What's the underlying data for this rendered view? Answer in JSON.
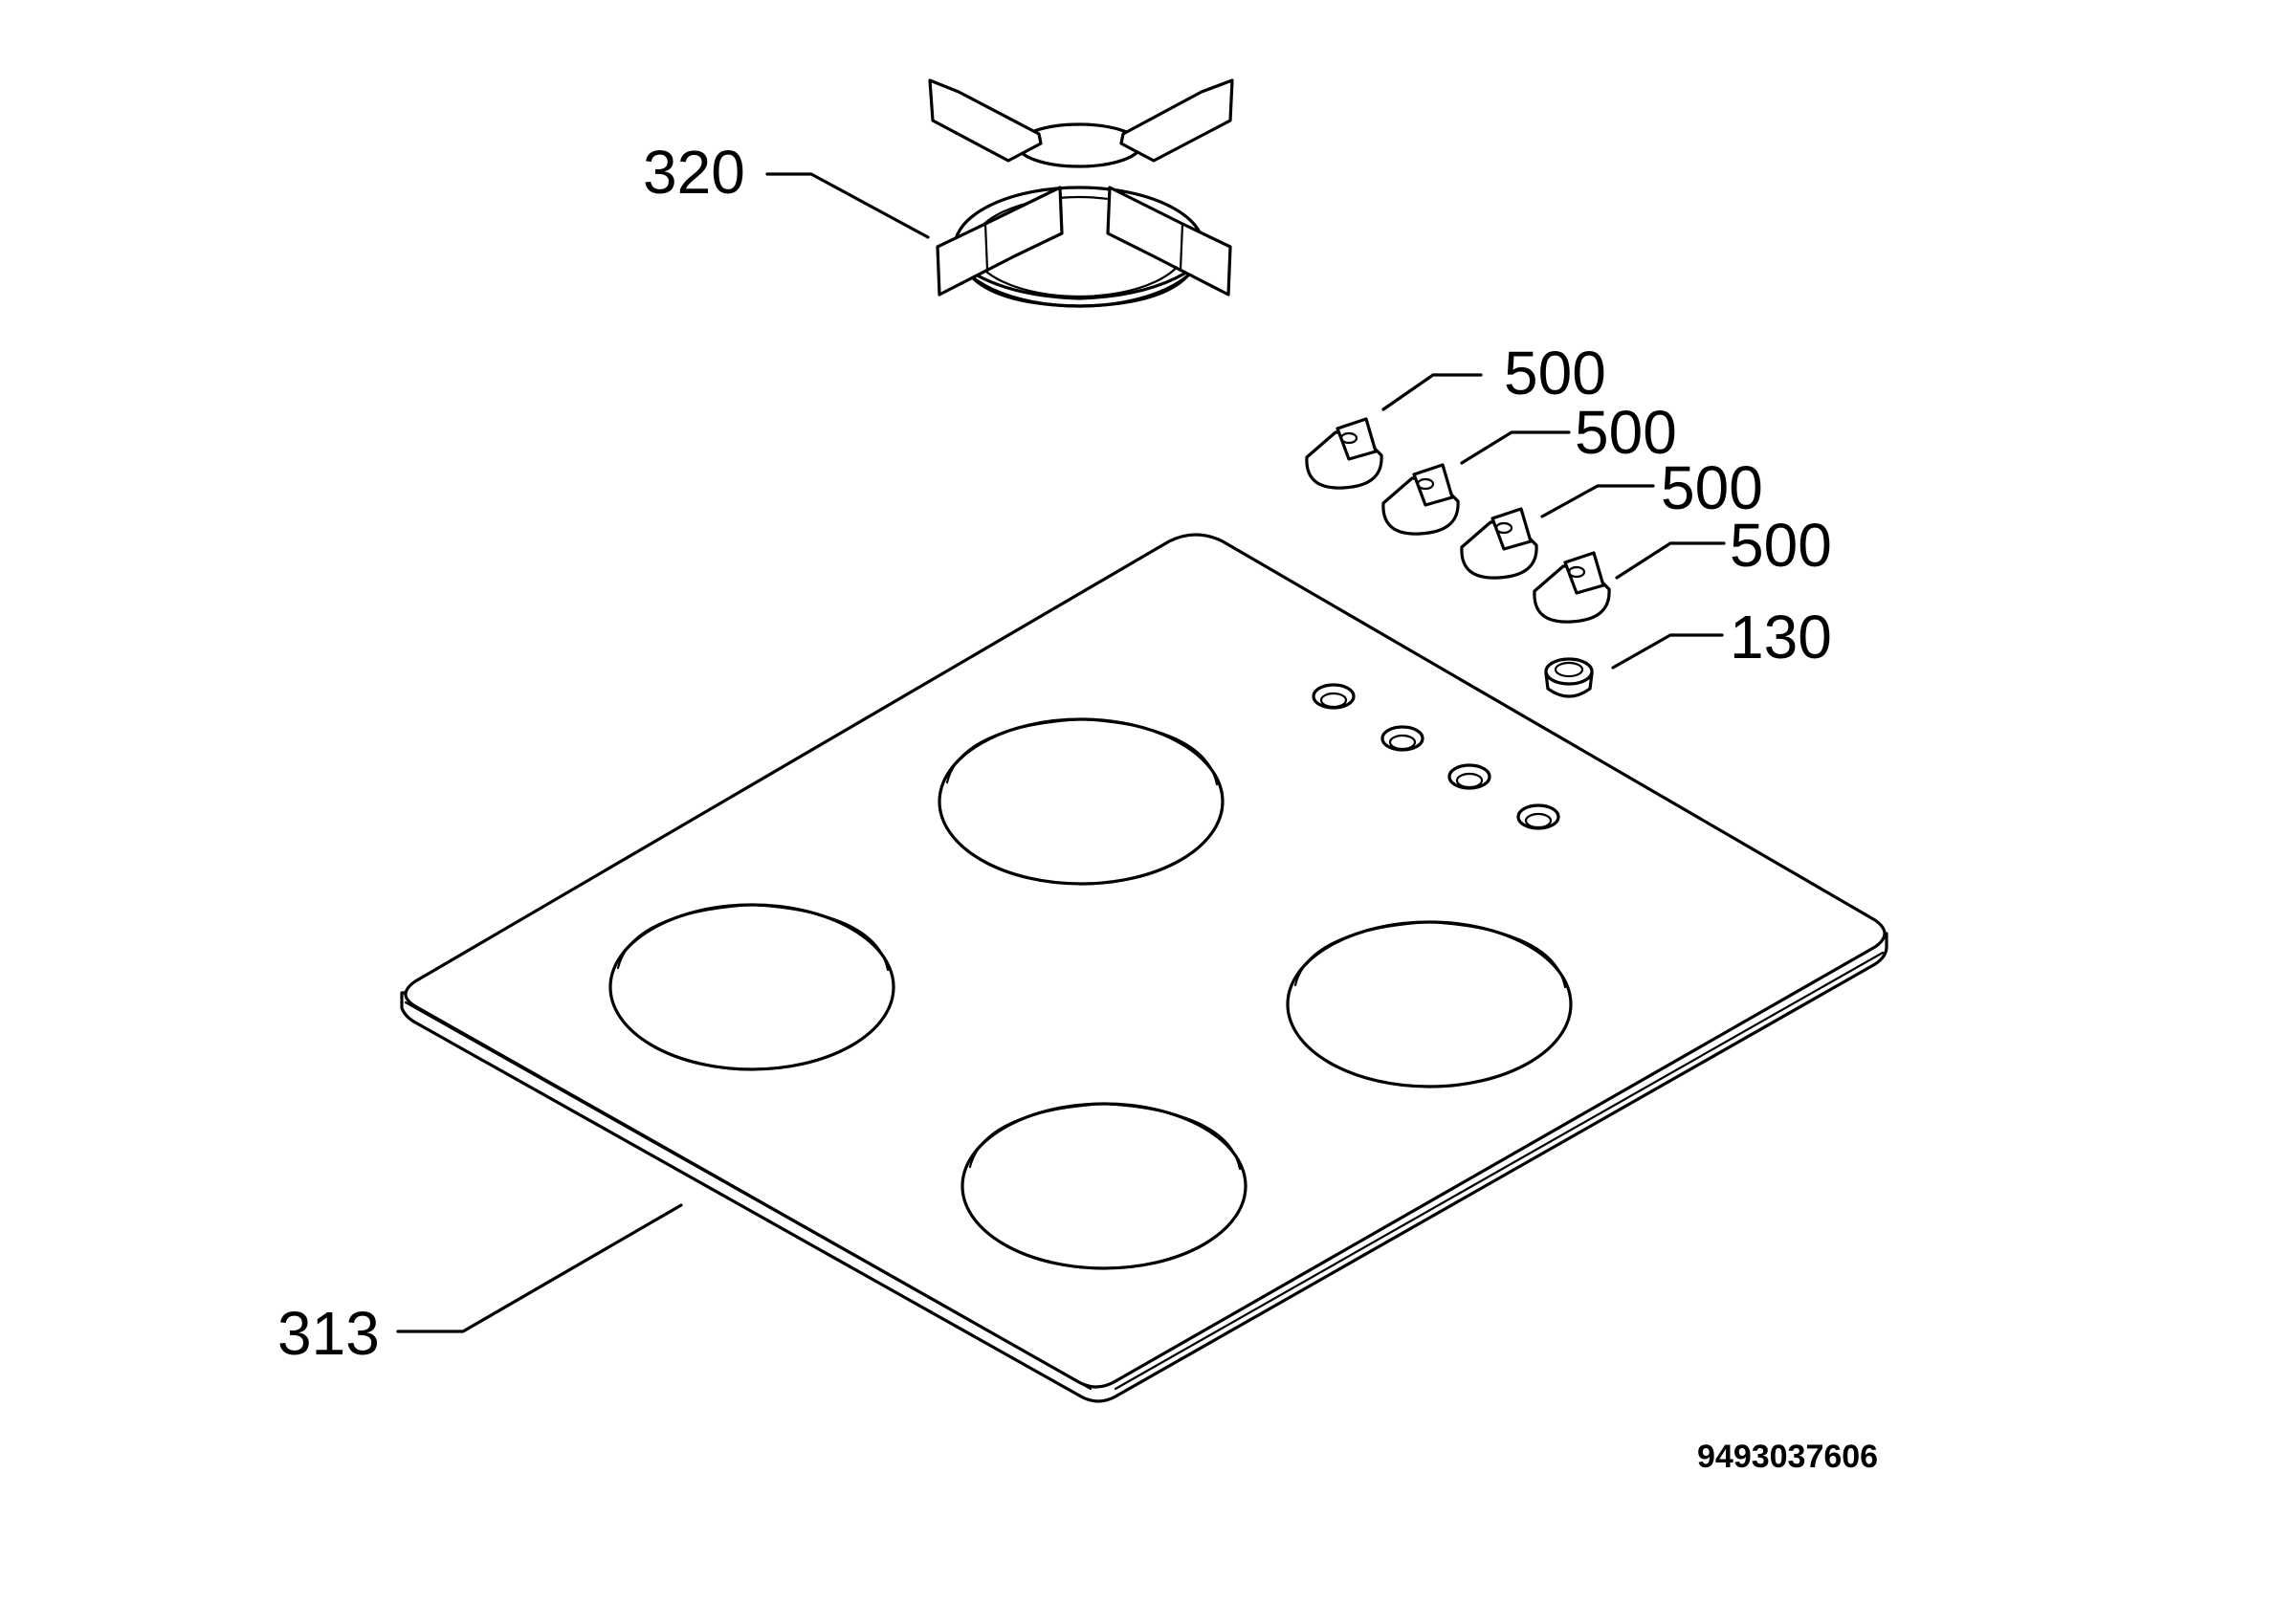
{
  "callouts": {
    "pan_support": "320",
    "knob_1": "500",
    "knob_2": "500",
    "knob_3": "500",
    "knob_4": "500",
    "button": "130",
    "hob_top": "313"
  },
  "drawing_code": "9493037606"
}
